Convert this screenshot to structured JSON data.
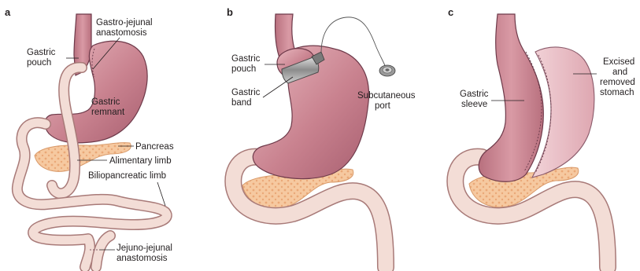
{
  "panels": {
    "a": {
      "letter": "a",
      "labels": {
        "gastro_jejunal": [
          "Gastro-jejunal",
          "anastomosis"
        ],
        "gastric_pouch": [
          "Gastric",
          "pouch"
        ],
        "gastric_remnant": [
          "Gastric",
          "remnant"
        ],
        "pancreas": "Pancreas",
        "alimentary_limb": "Alimentary limb",
        "biliopancreatic_limb": "Biliopancreatic limb",
        "jejuno_jejunal": [
          "Jejuno-jejunal",
          "anastomosis"
        ]
      }
    },
    "b": {
      "letter": "b",
      "labels": {
        "gastric_pouch": [
          "Gastric",
          "pouch"
        ],
        "gastric_band": [
          "Gastric",
          "band"
        ],
        "subcutaneous_port": [
          "Subcutaneous",
          "port"
        ]
      }
    },
    "c": {
      "letter": "c",
      "labels": {
        "gastric_sleeve": [
          "Gastric",
          "sleeve"
        ],
        "excised_stomach": [
          "Excised",
          "and",
          "removed",
          "stomach"
        ]
      }
    }
  },
  "colors": {
    "stomach": "#c9828f",
    "stomach_light": "#e4b5bc",
    "intestine": "#f3ddd6",
    "intestine_outline": "#a87a78",
    "pancreas": "#f6c9a0",
    "text": "#231f20"
  }
}
